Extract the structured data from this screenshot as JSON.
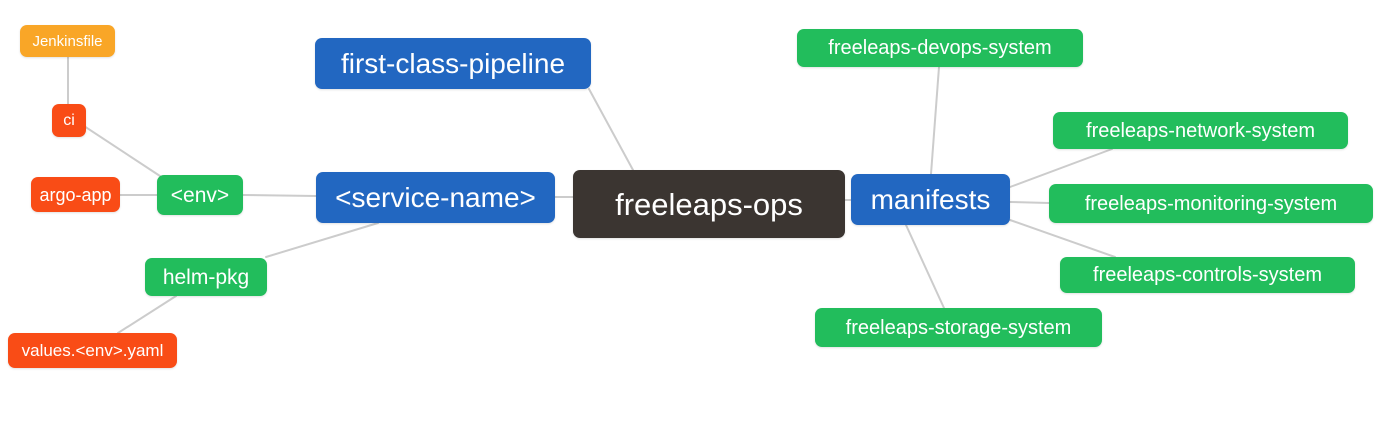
{
  "diagram": {
    "type": "mindmap",
    "root": "freeleaps-ops"
  },
  "palette": {
    "background": "#ffffff",
    "text": "#ffffff",
    "link": "#cccccc",
    "root_bg": "#3b3531",
    "branch_bg": "#2267c1",
    "leaf_green_bg": "#22bd5c",
    "leaf_red_bg": "#f94c16",
    "leaf_amber_bg": "#f9a627"
  },
  "nodes": {
    "freeleaps_ops": {
      "label": "freeleaps-ops"
    },
    "first_class_pipeline": {
      "label": "first-class-pipeline"
    },
    "service_name": {
      "label": "<service-name>"
    },
    "manifests": {
      "label": "manifests"
    },
    "env": {
      "label": "<env>"
    },
    "helm_pkg": {
      "label": "helm-pkg"
    },
    "ci": {
      "label": "ci"
    },
    "argo_app": {
      "label": "argo-app"
    },
    "jenkinsfile": {
      "label": "Jenkinsfile"
    },
    "values_env_yaml": {
      "label": "values.<env>.yaml"
    },
    "devops_system": {
      "label": "freeleaps-devops-system"
    },
    "network_system": {
      "label": "freeleaps-network-system"
    },
    "monitoring_system": {
      "label": "freeleaps-monitoring-system"
    },
    "controls_system": {
      "label": "freeleaps-controls-system"
    },
    "storage_system": {
      "label": "freeleaps-storage-system"
    }
  },
  "edges": [
    {
      "from": "Jenkinsfile",
      "to": "ci"
    },
    {
      "from": "ci",
      "to": "<env>"
    },
    {
      "from": "argo-app",
      "to": "<env>"
    },
    {
      "from": "<env>",
      "to": "<service-name>"
    },
    {
      "from": "helm-pkg",
      "to": "<service-name>"
    },
    {
      "from": "values.<env>.yaml",
      "to": "helm-pkg"
    },
    {
      "from": "first-class-pipeline",
      "to": "freeleaps-ops"
    },
    {
      "from": "<service-name>",
      "to": "freeleaps-ops"
    },
    {
      "from": "freeleaps-ops",
      "to": "manifests"
    },
    {
      "from": "manifests",
      "to": "freeleaps-devops-system"
    },
    {
      "from": "manifests",
      "to": "freeleaps-network-system"
    },
    {
      "from": "manifests",
      "to": "freeleaps-monitoring-system"
    },
    {
      "from": "manifests",
      "to": "freeleaps-controls-system"
    },
    {
      "from": "manifests",
      "to": "freeleaps-storage-system"
    }
  ]
}
